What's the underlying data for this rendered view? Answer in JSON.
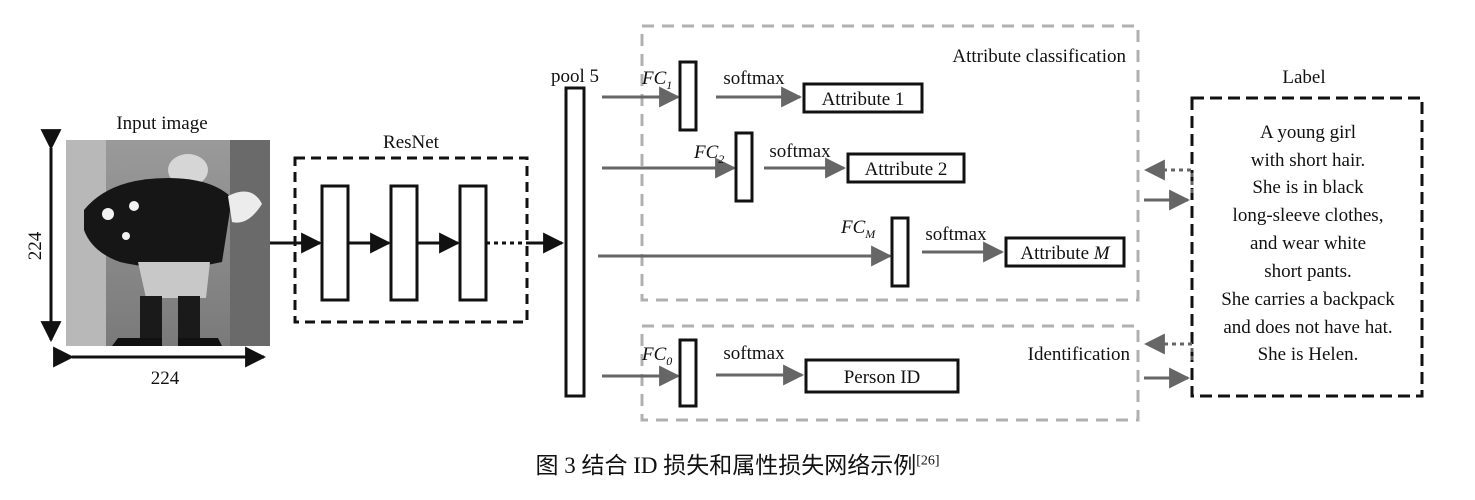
{
  "input": {
    "title": "Input image",
    "width": "224",
    "height": "224"
  },
  "resnet": {
    "title": "ResNet"
  },
  "pool": {
    "label": "pool 5"
  },
  "attribute_group": {
    "title": "Attribute classification",
    "rows": [
      {
        "fc": "FC",
        "fc_sub": "1",
        "softmax": "softmax",
        "output": "Attribute 1"
      },
      {
        "fc": "FC",
        "fc_sub": "2",
        "softmax": "softmax",
        "output": "Attribute 2"
      },
      {
        "fc": "FC",
        "fc_sub": "M",
        "softmax": "softmax",
        "output": "Attribute",
        "output_var": "M"
      }
    ]
  },
  "identification": {
    "title": "Identification",
    "fc": "FC",
    "fc_sub": "0",
    "softmax": "softmax",
    "output": "Person ID"
  },
  "label": {
    "title": "Label",
    "lines": [
      "A young girl",
      "with short hair.",
      "She is in black",
      "long-sleeve clothes,",
      "and wear white",
      "short pants.",
      "She carries a backpack",
      "and does not have hat.",
      "She is Helen."
    ]
  },
  "caption": {
    "text": "图 3   结合 ID 损失和属性损失网络示例",
    "ref": "[26]"
  }
}
